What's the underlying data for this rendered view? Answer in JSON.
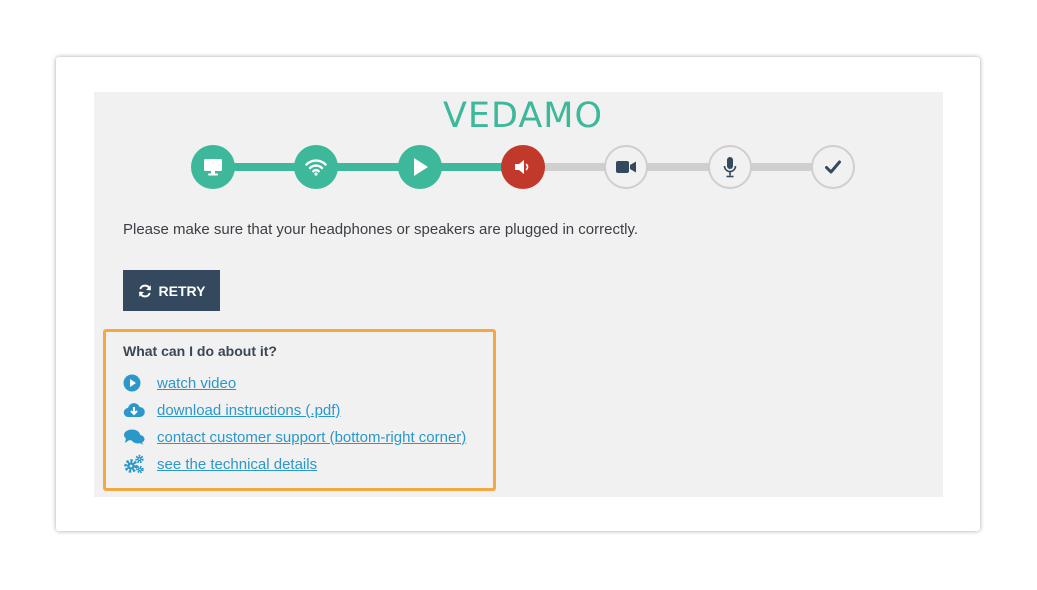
{
  "brand": {
    "logo_text": "VEDAMO",
    "accent_color": "#3db89a",
    "error_color": "#c0392b",
    "pending_color": "#cfcfcf"
  },
  "stepper": {
    "steps": [
      {
        "icon": "monitor-icon",
        "state": "done"
      },
      {
        "icon": "wifi-icon",
        "state": "done"
      },
      {
        "icon": "play-icon",
        "state": "done"
      },
      {
        "icon": "speaker-icon",
        "state": "active"
      },
      {
        "icon": "video-camera-icon",
        "state": "pending"
      },
      {
        "icon": "microphone-icon",
        "state": "pending"
      },
      {
        "icon": "checkmark-icon",
        "state": "pending"
      }
    ]
  },
  "message": "Please make sure that your headphones or speakers are plugged in correctly.",
  "retry_button": {
    "label": "RETRY",
    "icon": "refresh-icon",
    "color": "#34495e"
  },
  "help": {
    "title": "What can I do about it?",
    "border_color": "#f5a742",
    "link_color": "#2b98c9",
    "links": [
      {
        "label": "watch video",
        "icon": "play-circle-icon"
      },
      {
        "label": "download instructions (.pdf)",
        "icon": "cloud-download-icon"
      },
      {
        "label": "contact customer support (bottom-right corner)",
        "icon": "chat-bubbles-icon"
      },
      {
        "label": "see the technical details",
        "icon": "gears-icon"
      }
    ]
  }
}
